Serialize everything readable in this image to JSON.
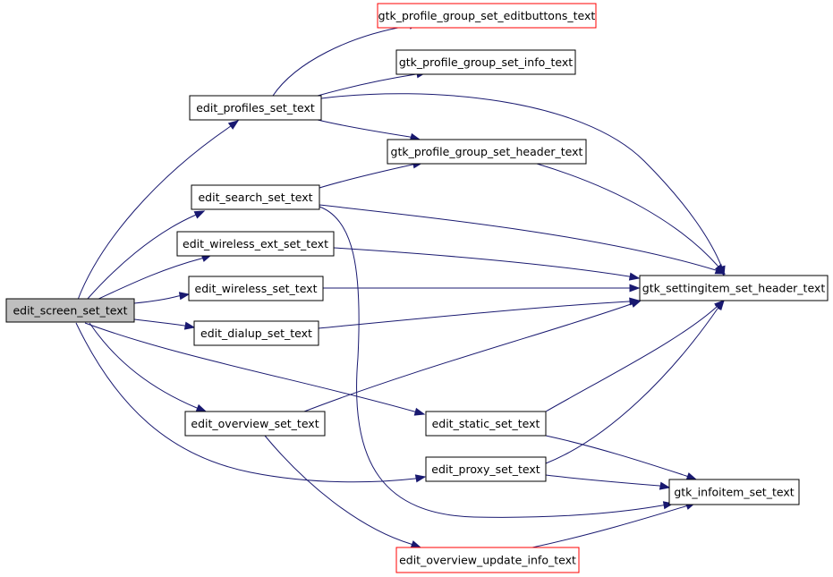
{
  "colors": {
    "node_fill": "#ffffff",
    "node_border": "#000000",
    "root_fill": "#bfbfbf",
    "undocumented_border": "#ff0000",
    "edge": "#191970"
  },
  "nodes": [
    {
      "id": "root",
      "label": "edit_screen_set_text",
      "style": "root"
    },
    {
      "id": "profiles",
      "label": "edit_profiles_set_text",
      "style": "normal"
    },
    {
      "id": "search",
      "label": "edit_search_set_text",
      "style": "normal"
    },
    {
      "id": "wext",
      "label": "edit_wireless_ext_set_text",
      "style": "normal"
    },
    {
      "id": "wireless",
      "label": "edit_wireless_set_text",
      "style": "normal"
    },
    {
      "id": "dialup",
      "label": "edit_dialup_set_text",
      "style": "normal"
    },
    {
      "id": "overview",
      "label": "edit_overview_set_text",
      "style": "normal"
    },
    {
      "id": "static",
      "label": "edit_static_set_text",
      "style": "normal"
    },
    {
      "id": "proxy",
      "label": "edit_proxy_set_text",
      "style": "normal"
    },
    {
      "id": "ovupdate",
      "label": "edit_overview_update_info_text",
      "style": "undocumented"
    },
    {
      "id": "pgedit",
      "label": "gtk_profile_group_set_editbuttons_text",
      "style": "undocumented"
    },
    {
      "id": "pginfo",
      "label": "gtk_profile_group_set_info_text",
      "style": "normal"
    },
    {
      "id": "pgheader",
      "label": "gtk_profile_group_set_header_text",
      "style": "normal"
    },
    {
      "id": "siheader",
      "label": "gtk_settingitem_set_header_text",
      "style": "normal"
    },
    {
      "id": "infoitem",
      "label": "gtk_infoitem_set_text",
      "style": "normal"
    }
  ],
  "edges": [
    {
      "from": "root",
      "to": "profiles"
    },
    {
      "from": "root",
      "to": "search"
    },
    {
      "from": "root",
      "to": "wext"
    },
    {
      "from": "root",
      "to": "wireless"
    },
    {
      "from": "root",
      "to": "dialup"
    },
    {
      "from": "root",
      "to": "overview"
    },
    {
      "from": "root",
      "to": "static"
    },
    {
      "from": "root",
      "to": "proxy"
    },
    {
      "from": "profiles",
      "to": "pgedit"
    },
    {
      "from": "profiles",
      "to": "pginfo"
    },
    {
      "from": "profiles",
      "to": "pgheader"
    },
    {
      "from": "profiles",
      "to": "siheader"
    },
    {
      "from": "search",
      "to": "pgheader"
    },
    {
      "from": "search",
      "to": "siheader"
    },
    {
      "from": "search",
      "to": "infoitem"
    },
    {
      "from": "pgheader",
      "to": "siheader"
    },
    {
      "from": "wext",
      "to": "siheader"
    },
    {
      "from": "wireless",
      "to": "siheader"
    },
    {
      "from": "dialup",
      "to": "siheader"
    },
    {
      "from": "overview",
      "to": "siheader"
    },
    {
      "from": "overview",
      "to": "ovupdate"
    },
    {
      "from": "static",
      "to": "siheader"
    },
    {
      "from": "static",
      "to": "infoitem"
    },
    {
      "from": "proxy",
      "to": "siheader"
    },
    {
      "from": "proxy",
      "to": "infoitem"
    },
    {
      "from": "ovupdate",
      "to": "infoitem"
    }
  ]
}
